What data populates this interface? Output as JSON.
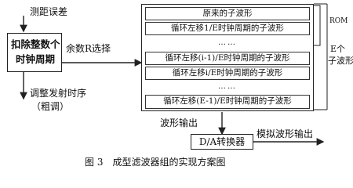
{
  "inputs": {
    "range_error": "测距误差",
    "remainder_select": "余数R选择",
    "adjust_timing_line1": "调整发射时序",
    "adjust_timing_line2": "（粗调）"
  },
  "boxes": {
    "deduct_line1": "扣除整数个",
    "deduct_line2": "时钟周期",
    "dac": "D/A转换器"
  },
  "waveform_bank": {
    "rows": [
      "原来的子波形",
      "循环左移1/E时钟周期的子波形",
      "……",
      "循环左移(i-1)/E时钟周期的子波形",
      "循环左移i/E时钟周期的子波形",
      "……",
      "循环左移(E-1)/E时钟周期的子波形"
    ],
    "rom_label": "ROM",
    "count_label_line1": "E个",
    "count_label_line2": "子波形"
  },
  "outputs": {
    "waveform_output": "波形输出",
    "analog_output": "模拟波形输出"
  },
  "caption": "图 3　成型滤波器组的实现方案图"
}
